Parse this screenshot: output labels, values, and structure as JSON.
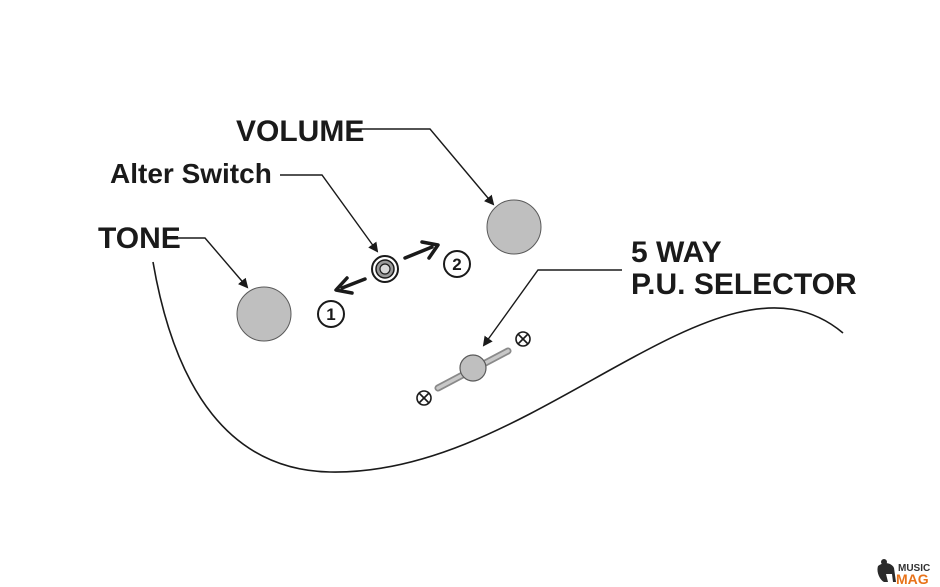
{
  "labels": {
    "volume": "VOLUME",
    "alter_switch": "Alter Switch",
    "tone": "TONE",
    "selector_line1": "5 WAY",
    "selector_line2": "P.U. SELECTOR"
  },
  "switch_positions": {
    "position_1": "1",
    "position_2": "2"
  },
  "watermark": {
    "line1": "MUSIC",
    "line2": "MAG"
  },
  "colors": {
    "knob_fill": "#bfbfbf",
    "line": "#1a1a1a",
    "watermark_accent": "#e8731a"
  }
}
